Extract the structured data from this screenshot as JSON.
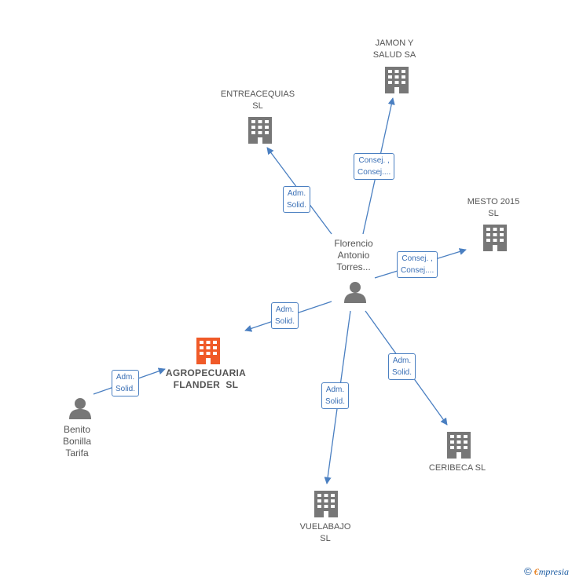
{
  "colors": {
    "edge": "#4a7fc1",
    "building": "#777777",
    "main_building": "#f05a28",
    "person": "#777777"
  },
  "nodes": {
    "jamon": {
      "label_line1": "JAMON Y",
      "label_line2": "SALUD SA",
      "icon": "building-icon"
    },
    "entreacequias": {
      "label_line1": "ENTREACEQUIAS",
      "label_line2": "SL",
      "icon": "building-icon"
    },
    "mesto": {
      "label_line1": "MESTO 2015",
      "label_line2": "SL",
      "icon": "building-icon"
    },
    "florencio": {
      "label_line1": "Florencio",
      "label_line2": "Antonio",
      "label_line3": "Torres...",
      "icon": "person-icon"
    },
    "agropecuaria": {
      "label_line1": "AGROPECUARIA",
      "label_line2": "FLANDER  SL",
      "icon": "building-icon"
    },
    "benito": {
      "label_line1": "Benito",
      "label_line2": "Bonilla",
      "label_line3": "Tarifa",
      "icon": "person-icon"
    },
    "ceribeca": {
      "label_line1": "CERIBECA SL",
      "icon": "building-icon"
    },
    "vuelabajo": {
      "label_line1": "VUELABAJO",
      "label_line2": "SL",
      "icon": "building-icon"
    }
  },
  "edges": {
    "to_entreacequias": {
      "line1": "Adm.",
      "line2": "Solid."
    },
    "to_jamon": {
      "line1": "Consej. ,",
      "line2": "Consej...."
    },
    "to_mesto": {
      "line1": "Consej. ,",
      "line2": "Consej...."
    },
    "to_agropecuaria_from_florencio": {
      "line1": "Adm.",
      "line2": "Solid."
    },
    "to_agropecuaria_from_benito": {
      "line1": "Adm.",
      "line2": "Solid."
    },
    "to_ceribeca": {
      "line1": "Adm.",
      "line2": "Solid."
    },
    "to_vuelabajo": {
      "line1": "Adm.",
      "line2": "Solid."
    }
  },
  "footer": {
    "copyright_symbol": "©",
    "brand_initial": "€",
    "brand_rest": "mpresia"
  }
}
